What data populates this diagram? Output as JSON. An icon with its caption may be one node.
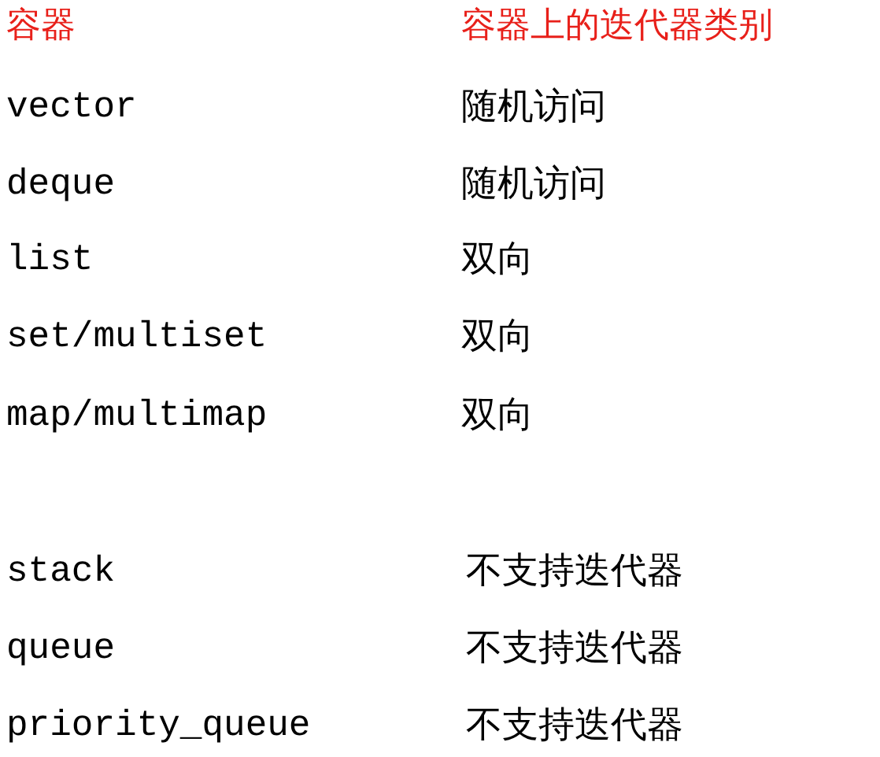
{
  "diagram": {
    "labels": [
      "容器",
      "容器上的迭代器类别",
      "vector",
      "随机访问",
      "deque",
      "随机访问",
      "list",
      "双向",
      "set/multiset",
      "双向",
      "map/multimap",
      "双向",
      "stack",
      "不支持迭代器",
      "queue",
      "不支持迭代器",
      "priority_queue",
      "不支持迭代器"
    ]
  }
}
